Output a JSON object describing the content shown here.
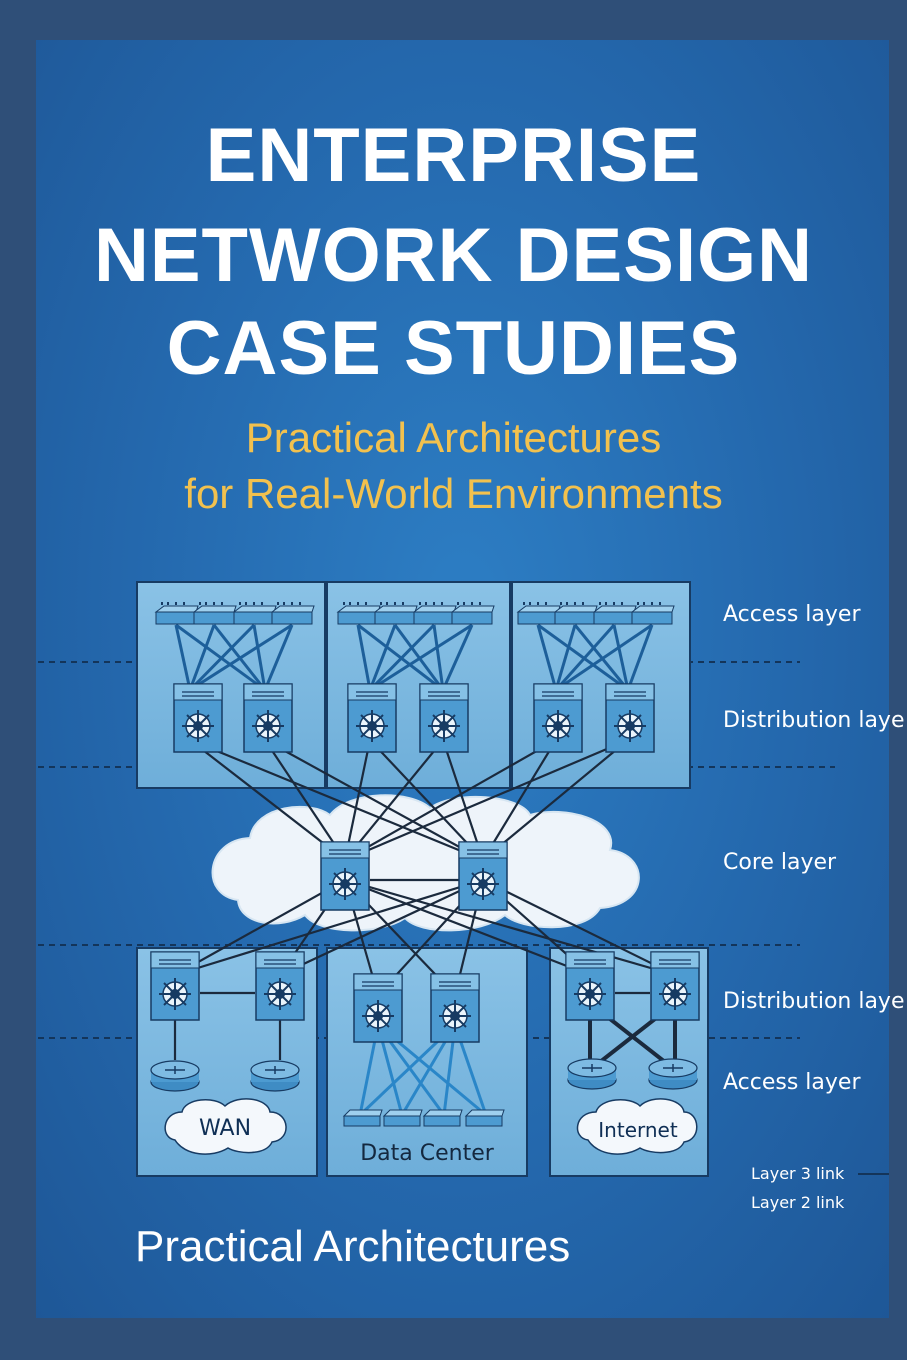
{
  "book": {
    "title_lines": [
      "ENTERPRISE",
      "NETWORK DESIGN",
      "CASE STUDIES"
    ],
    "subtitle_lines": [
      "Practical Architectures",
      "for Real-World Environments"
    ],
    "footer": "Practical Architectures"
  },
  "diagram": {
    "layer_labels": {
      "access_top": "Access layer",
      "distribution_top": "Distribution laye",
      "core": "Core layer",
      "distribution_bottom": "Distribution laye",
      "access_bottom": "Access layer"
    },
    "blocks": {
      "wan": "WAN",
      "data_center": "Data Center",
      "internet": "Internet"
    },
    "legend": {
      "layer3": "Layer 3 link",
      "layer2": "Layer 2 link"
    }
  },
  "colors": {
    "background": "#2468ad",
    "frame": "#2f4f78",
    "title": "#ffffff",
    "subtitle": "#f2c14e",
    "panel": "#8cc3e6",
    "cloud": "#eef4fa"
  }
}
